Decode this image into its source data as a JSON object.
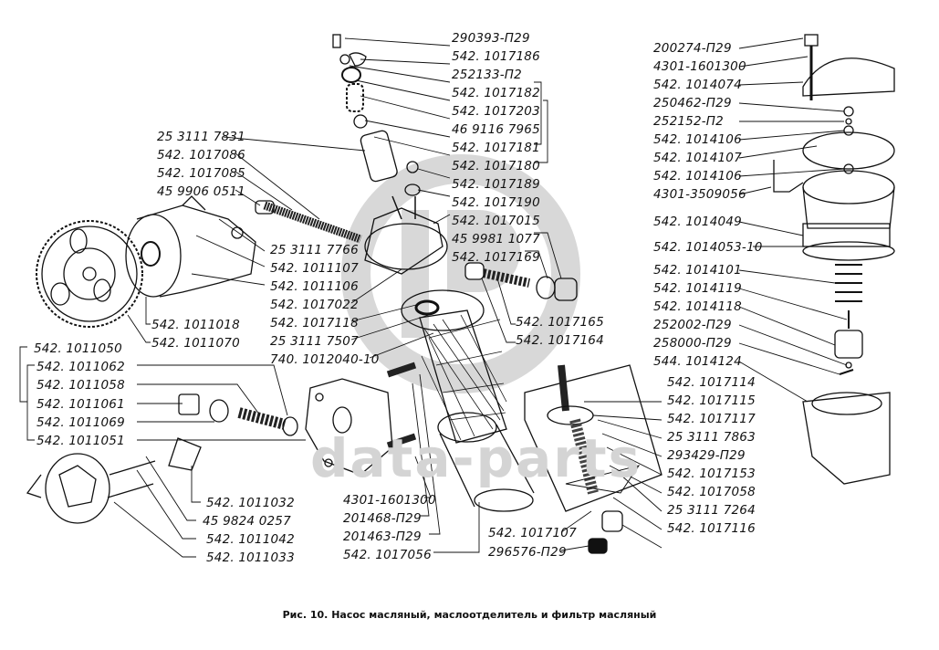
{
  "figure": {
    "caption": "Рис. 10. Насос масляный, маслоотделитель и фильтр масляный",
    "watermark": "data-parts",
    "colors": {
      "ink": "#111111",
      "watermark": "#d4d4d4",
      "background": "#ffffff"
    }
  },
  "labels": {
    "top_center": [
      "290393-П29",
      "542. 1017186",
      "252133-П2",
      "542. 1017182",
      "542. 1017203",
      "46 9116 7965",
      "542. 1017181",
      "542. 1017180",
      "542. 1017189",
      "542. 1017190",
      "542. 1017015",
      "45 9981 1077",
      "542. 1017169",
      "542. 1017165",
      "542. 1017164"
    ],
    "upper_left": [
      "25 3111 7831",
      "542. 1017086",
      "542. 1017085",
      "45 9906 0511"
    ],
    "middle_left": [
      "25 3111 7766",
      "542. 1011107",
      "542. 1011106",
      "542. 1017022",
      "542. 1017118",
      "25 3111 7507",
      "740. 1012040-10",
      "542. 1011018",
      "542. 1011070"
    ],
    "lower_left": [
      "542. 1011050",
      "542. 1011062",
      "542. 1011058",
      "542. 1011061",
      "542. 1011069",
      "542. 1011051"
    ],
    "bottom_left": [
      "542. 1011032",
      "45 9824 0257",
      "542. 1011042",
      "542. 1011033"
    ],
    "bottom_center": [
      "4301-1601300",
      "201468-П29",
      "201463-П29",
      "542. 1017056",
      "542. 1017107",
      "296576-П29"
    ],
    "centrifuge": [
      "542. 1017114",
      "542. 1017115",
      "542. 1017117",
      "25 3111 7863",
      "293429-П29",
      "542. 1017153",
      "542. 1017058",
      "25 3111 7264",
      "542. 1017116"
    ],
    "right_filter": [
      "200274-П29",
      "4301-1601300",
      "542. 1014074",
      "250462-П29",
      "252152-П2",
      "542. 1014106",
      "542. 1014107",
      "542. 1014106",
      "4301-3509056",
      "542. 1014049",
      "542. 1014053-10",
      "542. 1014101",
      "542. 1014119",
      "542. 1014118",
      "252002-П29",
      "258000-П29",
      "544. 1014124"
    ]
  }
}
